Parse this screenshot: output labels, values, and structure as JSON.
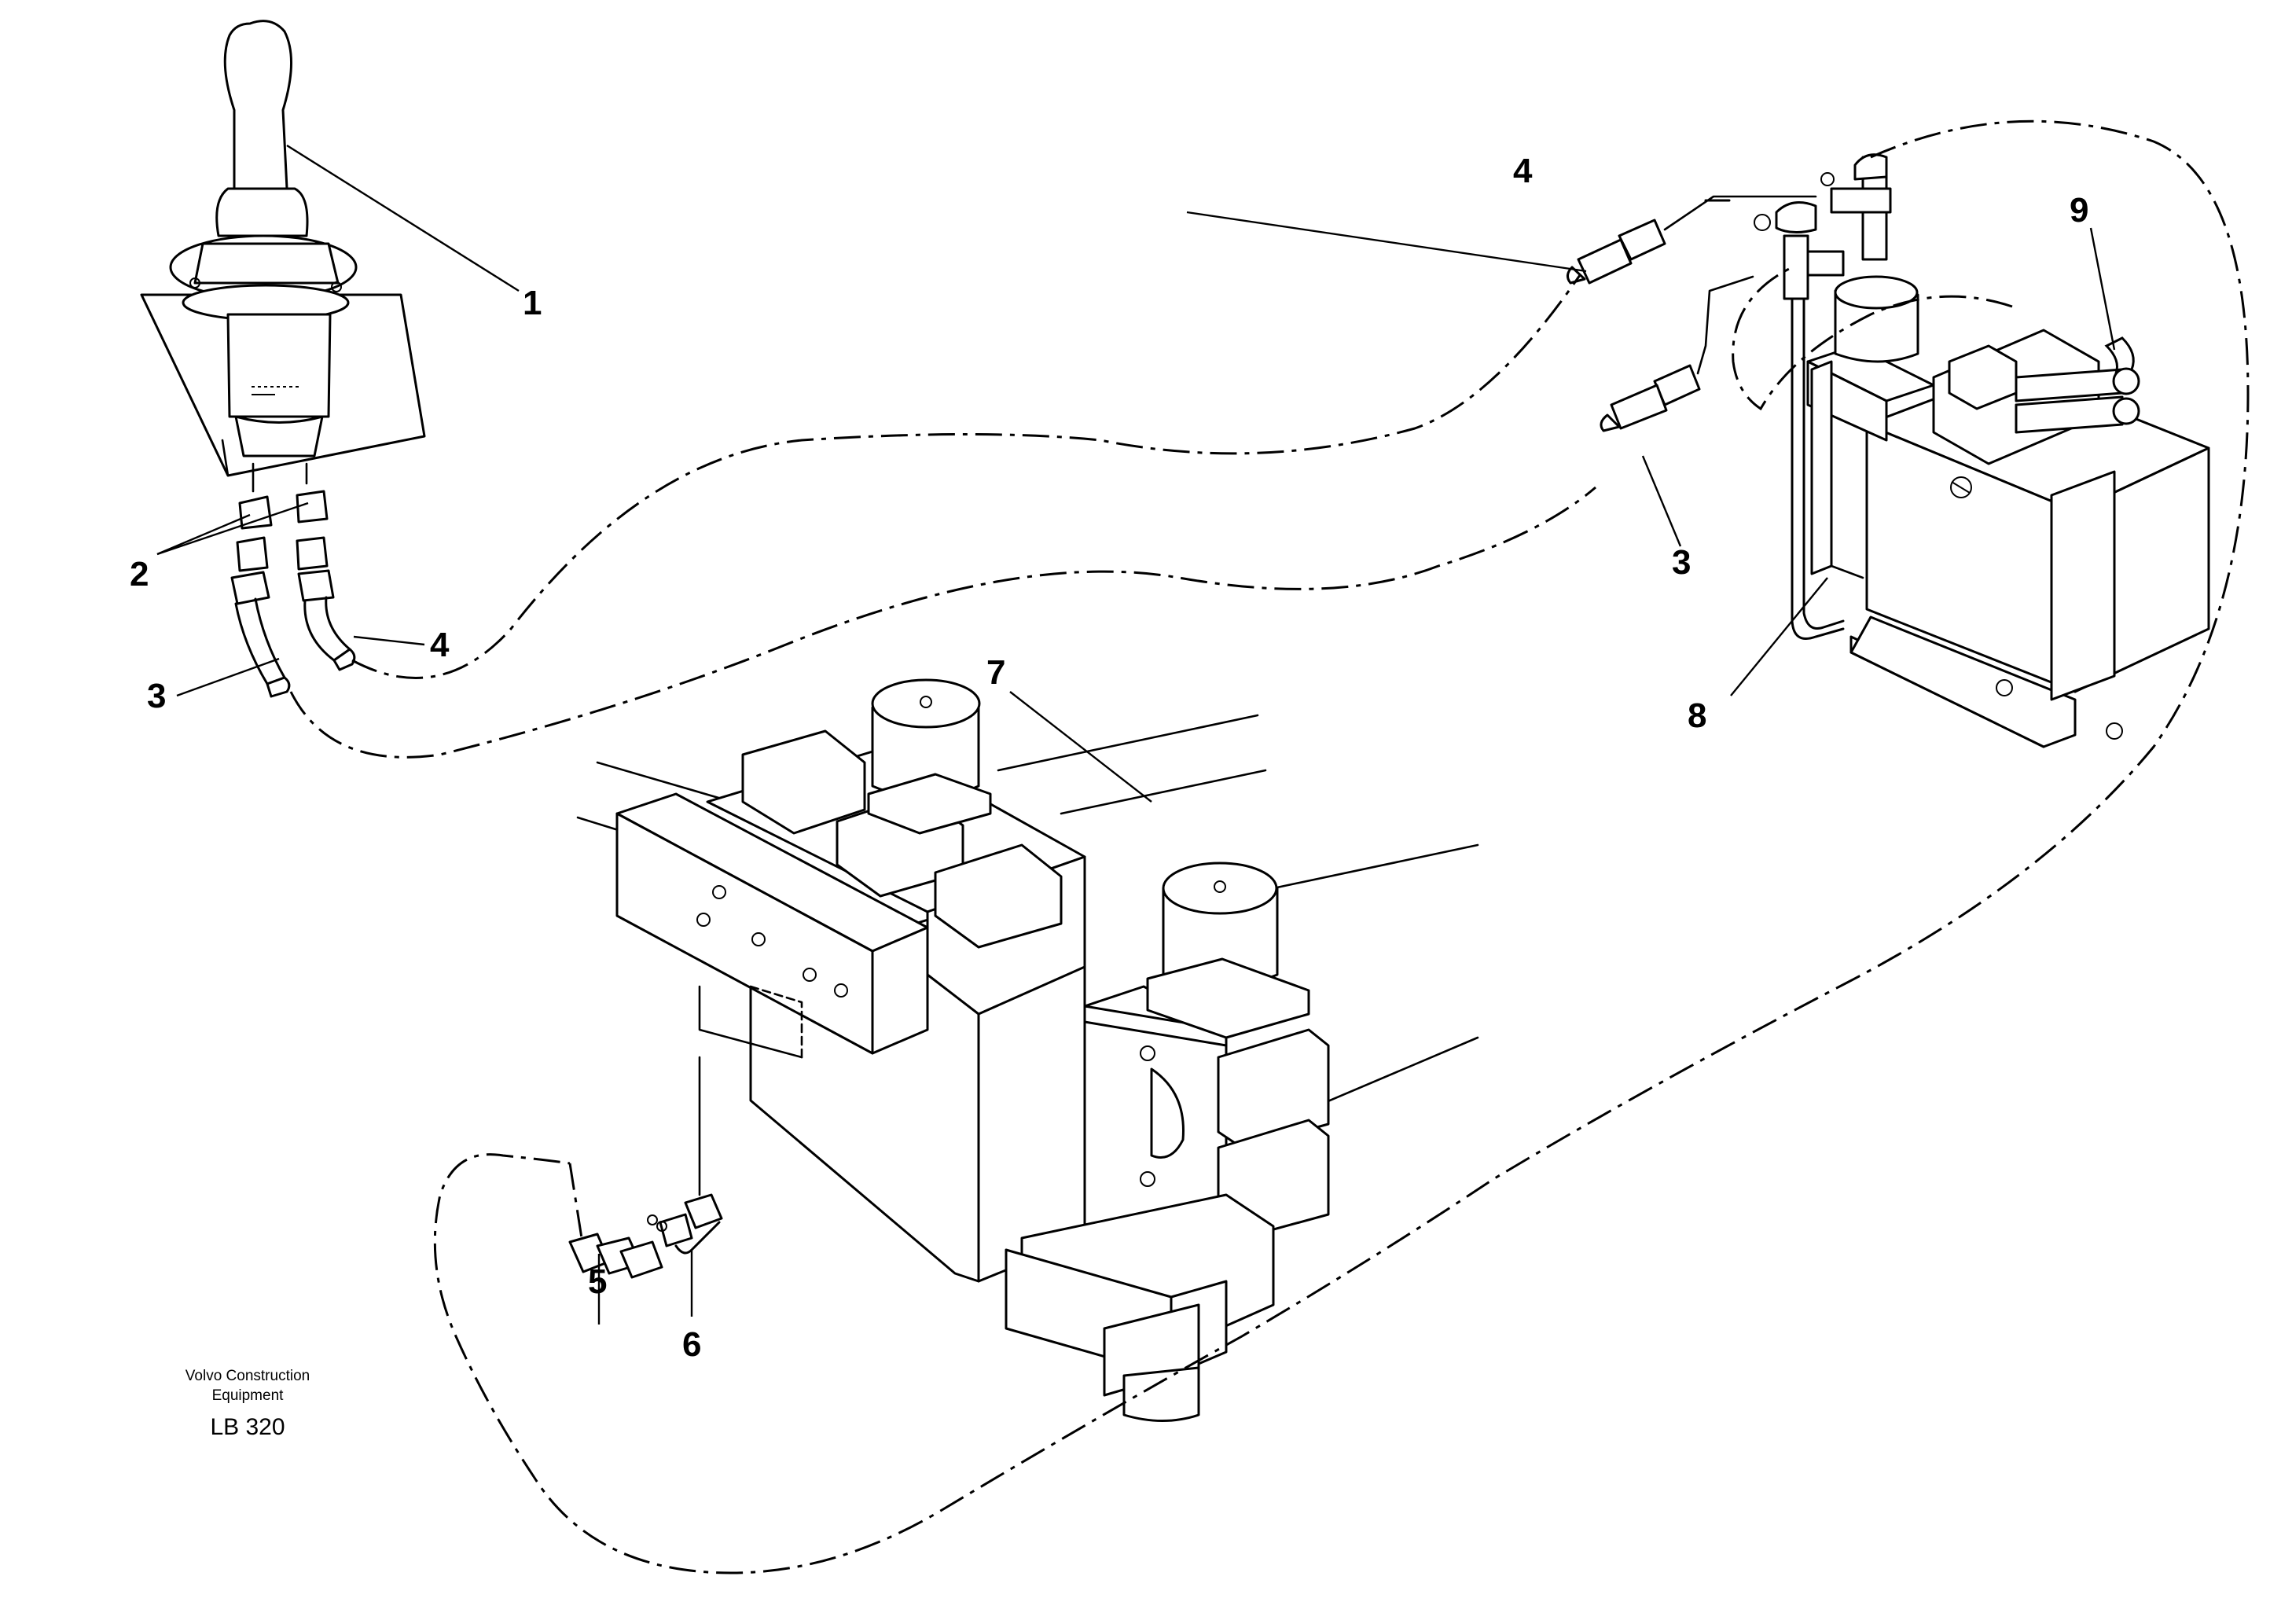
{
  "callouts": {
    "c1": "1",
    "c2": "2",
    "c3_left": "3",
    "c4_left": "4",
    "c4_right": "4",
    "c3_right": "3",
    "c5": "5",
    "c6": "6",
    "c7": "7",
    "c8": "8",
    "c9": "9"
  },
  "credit": {
    "line1": "Volvo Construction",
    "line2": "Equipment",
    "doc_id": "LB 320"
  }
}
